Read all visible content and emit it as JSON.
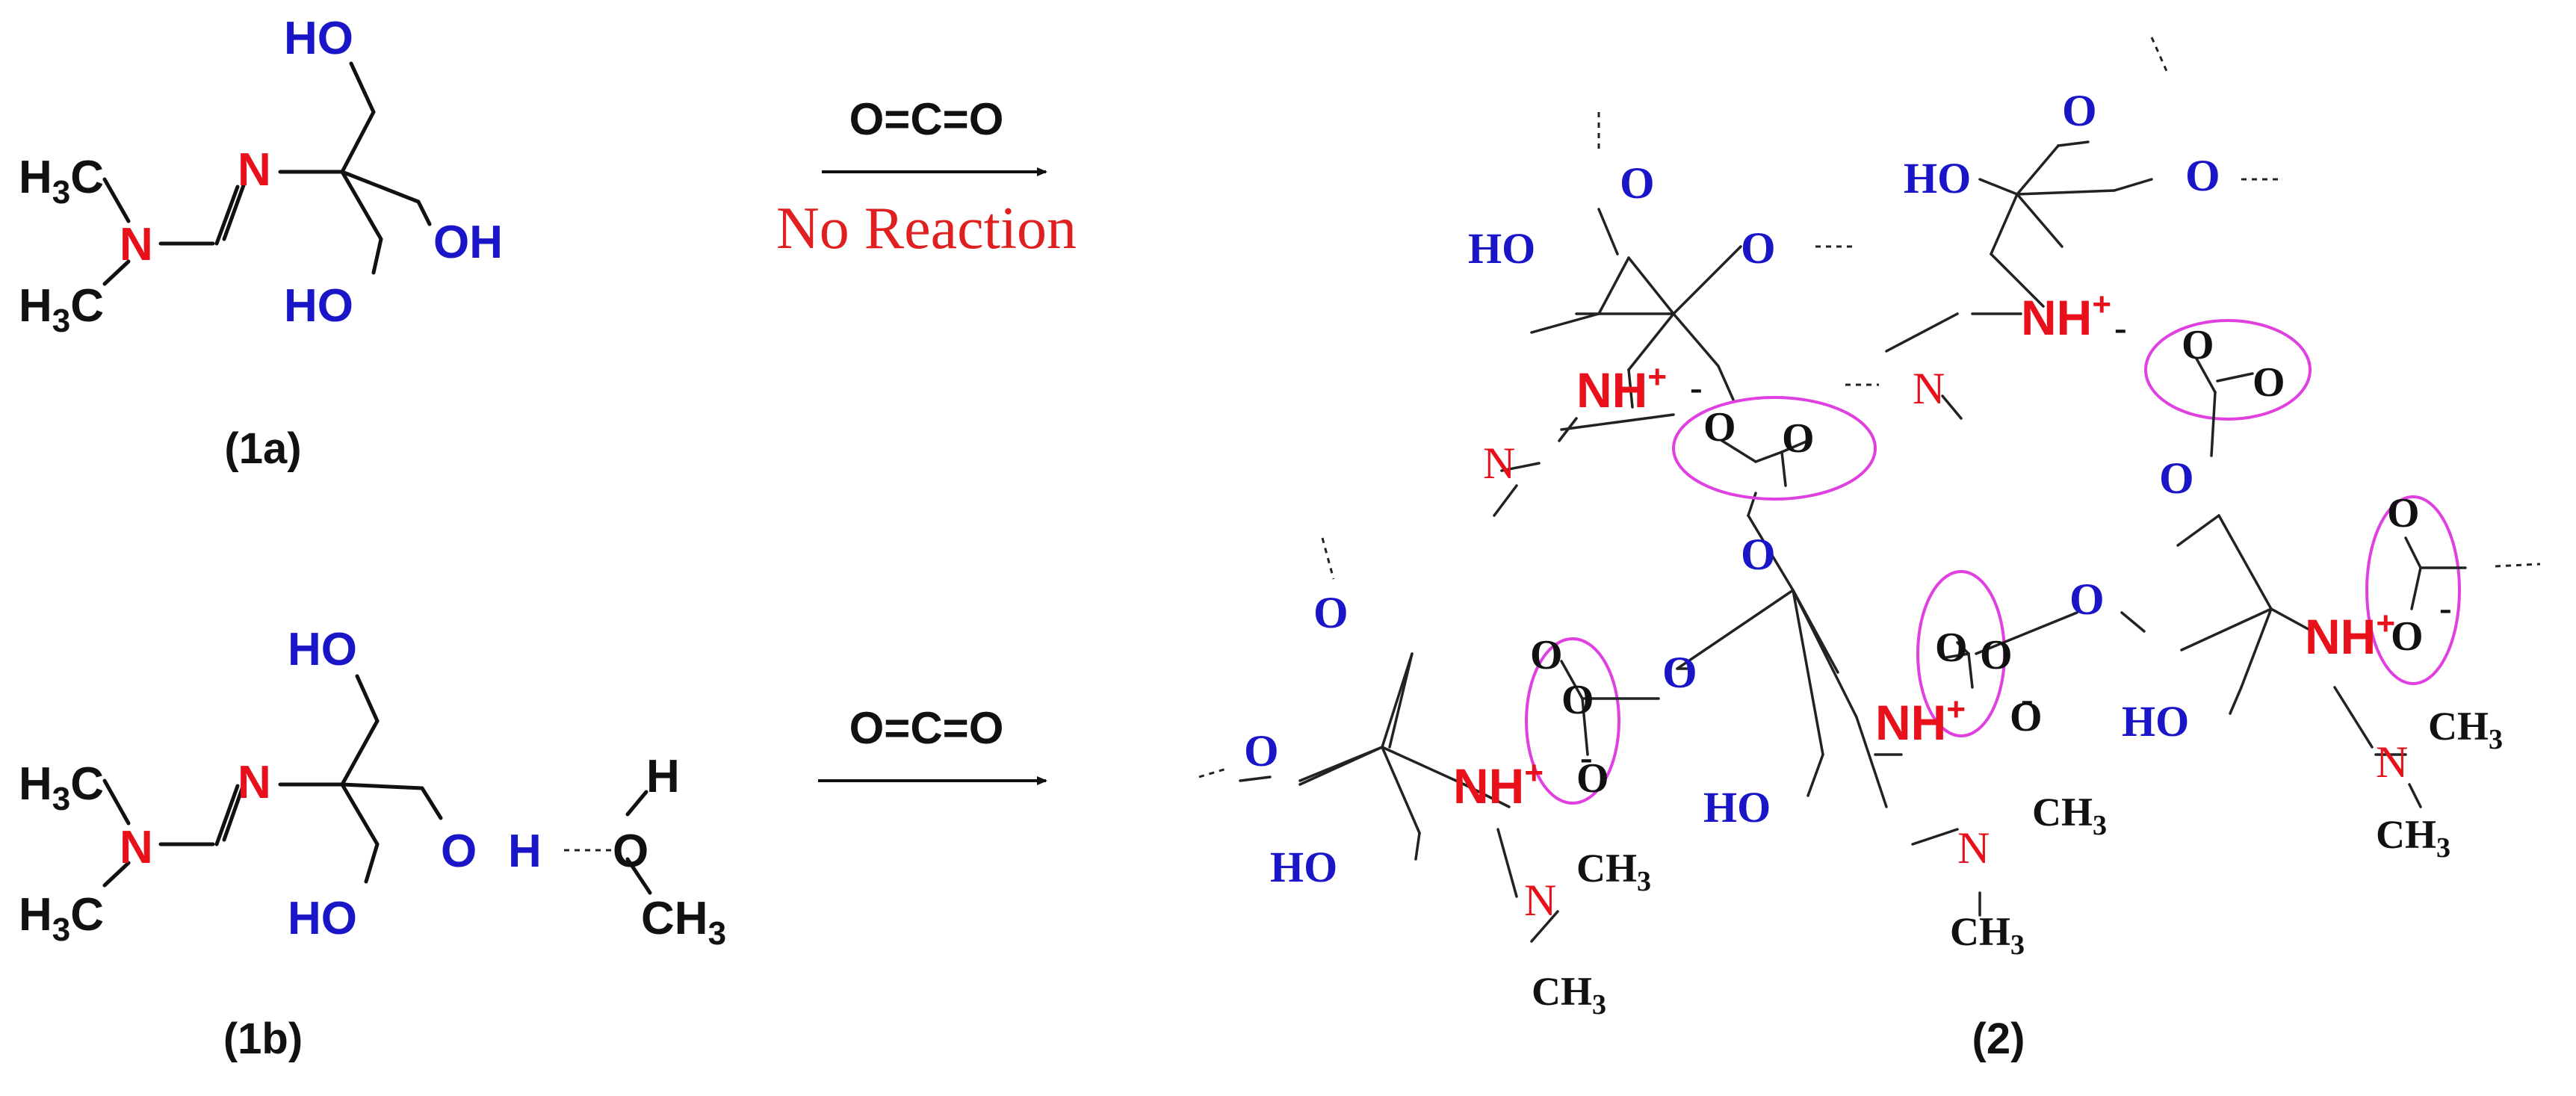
{
  "colors": {
    "hydroxyl_blue": "#1a16c8",
    "nitrogen_red": "#e8101a",
    "reaction_text_red": "#e02020",
    "carbonate_ring_magenta": "#e040e0",
    "bond_black": "#111111"
  },
  "labels": {
    "compound_1a": "(1a)",
    "compound_1b": "(1b)",
    "compound_2": "(2)",
    "reagent_top": "O=C=O",
    "reagent_bottom": "O=C=O",
    "no_reaction": "No Reaction"
  },
  "atoms": {
    "HO": "HO",
    "OH": "OH",
    "O": "O",
    "H": "H",
    "N": "N",
    "H3C": "H3C",
    "CH3": "CH3",
    "NH_plus": "NH+",
    "minus": "-"
  }
}
